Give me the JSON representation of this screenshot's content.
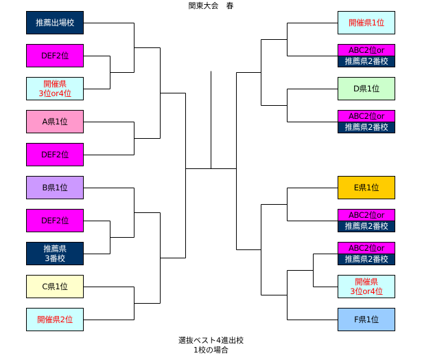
{
  "header": {
    "title": "関東大会　春"
  },
  "footer": {
    "line1": "選抜ベスト4進出校",
    "line2": "1校の場合"
  },
  "colors": {
    "navy": "#003366",
    "magenta": "#ff00ff",
    "lightcyan": "#ccffff",
    "pink": "#ff99cc",
    "lavender": "#cc99ff",
    "cream": "#ffffcc",
    "lightgreen": "#ccffcc",
    "gold": "#ffcc00",
    "skyblue": "#99ccff",
    "red_text": "#ff0000"
  },
  "left": [
    {
      "lines": [
        "推薦出場校"
      ],
      "bg": "#003366",
      "fg": "#ffffff"
    },
    {
      "lines": [
        "DEF2位"
      ],
      "bg": "#ff00ff",
      "fg": "#000000"
    },
    {
      "lines": [
        "開催県",
        "3位or4位"
      ],
      "bg": "#ccffff",
      "fg": "#ff0000"
    },
    {
      "lines": [
        "A県1位"
      ],
      "bg": "#ff99cc",
      "fg": "#000000"
    },
    {
      "lines": [
        "DEF2位"
      ],
      "bg": "#ff00ff",
      "fg": "#000000"
    },
    {
      "lines": [
        "B県1位"
      ],
      "bg": "#cc99ff",
      "fg": "#000000"
    },
    {
      "lines": [
        "DEF2位"
      ],
      "bg": "#ff00ff",
      "fg": "#000000"
    },
    {
      "lines": [
        "推薦県",
        "3番校"
      ],
      "bg": "#003366",
      "fg": "#ffffff"
    },
    {
      "lines": [
        "C県1位"
      ],
      "bg": "#ffffcc",
      "fg": "#000000"
    },
    {
      "lines": [
        "開催県2位"
      ],
      "bg": "#ccffff",
      "fg": "#ff0000"
    }
  ],
  "right": [
    {
      "lines": [
        "開催県1位"
      ],
      "bg": "#ccffff",
      "fg": "#ff0000"
    },
    {
      "split": true,
      "top": "ABC2位or",
      "bottom": "推薦県2番校"
    },
    {
      "lines": [
        "D県1位"
      ],
      "bg": "#ccffcc",
      "fg": "#000000"
    },
    {
      "split": true,
      "top": "ABC2位or",
      "bottom": "推薦県2番校"
    },
    {
      "lines": [
        "E県1位"
      ],
      "bg": "#ffcc00",
      "fg": "#000000"
    },
    {
      "split": true,
      "top": "ABC2位or",
      "bottom": "推薦県2番校"
    },
    {
      "split": true,
      "top": "ABC2位or",
      "bottom": "推薦県2番校"
    },
    {
      "lines": [
        "開催県",
        "3位or4位"
      ],
      "bg": "#ccffff",
      "fg": "#ff0000"
    },
    {
      "lines": [
        "F県1位"
      ],
      "bg": "#99ccff",
      "fg": "#000000"
    }
  ]
}
